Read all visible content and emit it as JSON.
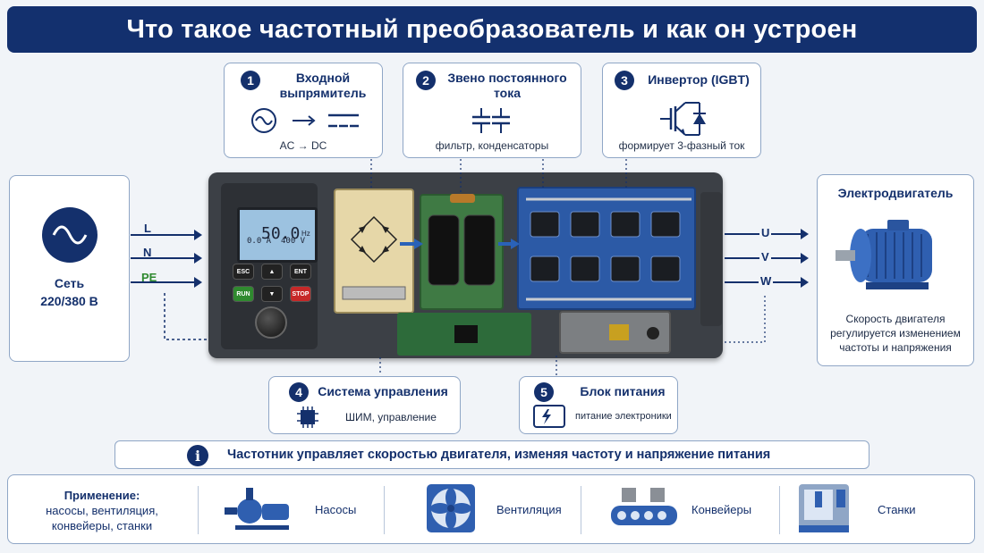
{
  "title": "Что такое частотный преобразователь и как он устроен",
  "blocks": [
    {
      "num": "1",
      "title_l1": "Входной",
      "title_l2": "выпрямитель",
      "sub": "AC → DC"
    },
    {
      "num": "2",
      "title_l1": "Звено постоянного",
      "title_l2": "тока",
      "sub": "фильтр, конденсаторы"
    },
    {
      "num": "3",
      "title_l1": "Инвертор (IGBT)",
      "title_l2": "",
      "sub": "формирует 3-фазный ток"
    },
    {
      "num": "4",
      "title_l1": "Система управления",
      "title_l2": "",
      "sub": "ШИМ, управление"
    },
    {
      "num": "5",
      "title_l1": "Блок питания",
      "title_l2": "",
      "sub": "питание электроники"
    }
  ],
  "network": {
    "label_l1": "Сеть",
    "label_l2": "220/380 В",
    "wires": [
      "L",
      "N",
      "PE"
    ]
  },
  "motor": {
    "title": "Электродвигатель",
    "desc_l1": "Скорость двигателя",
    "desc_l2": "регулируется изменением",
    "desc_l3": "частоты и напряжения",
    "phases": [
      "U",
      "V",
      "W"
    ]
  },
  "display": {
    "freq": "50.0",
    "freq_unit": "Hz",
    "current": "0.0 A",
    "voltage": "400 V"
  },
  "keys": {
    "esc": "ESC",
    "up": "▲",
    "ent": "ENT",
    "run": "RUN",
    "down": "▼",
    "stop": "STOP"
  },
  "info": {
    "icon": "i",
    "text": "Частотник управляет скоростью двигателя, изменяя частоту и напряжение питания"
  },
  "applications": {
    "head_l1": "Применение:",
    "head_l2": "насосы, вентиляция,",
    "head_l3": "конвейеры, станки",
    "items": [
      {
        "label": "Насосы",
        "icon": "pump-icon"
      },
      {
        "label": "Вентиляция",
        "icon": "fan-icon"
      },
      {
        "label": "Конвейеры",
        "icon": "conveyor-icon"
      },
      {
        "label": "Станки",
        "icon": "machine-tool-icon"
      }
    ]
  },
  "colors": {
    "navy": "#14306c",
    "pe_green": "#2f8a2f",
    "accent_blue": "#2a62b8"
  }
}
